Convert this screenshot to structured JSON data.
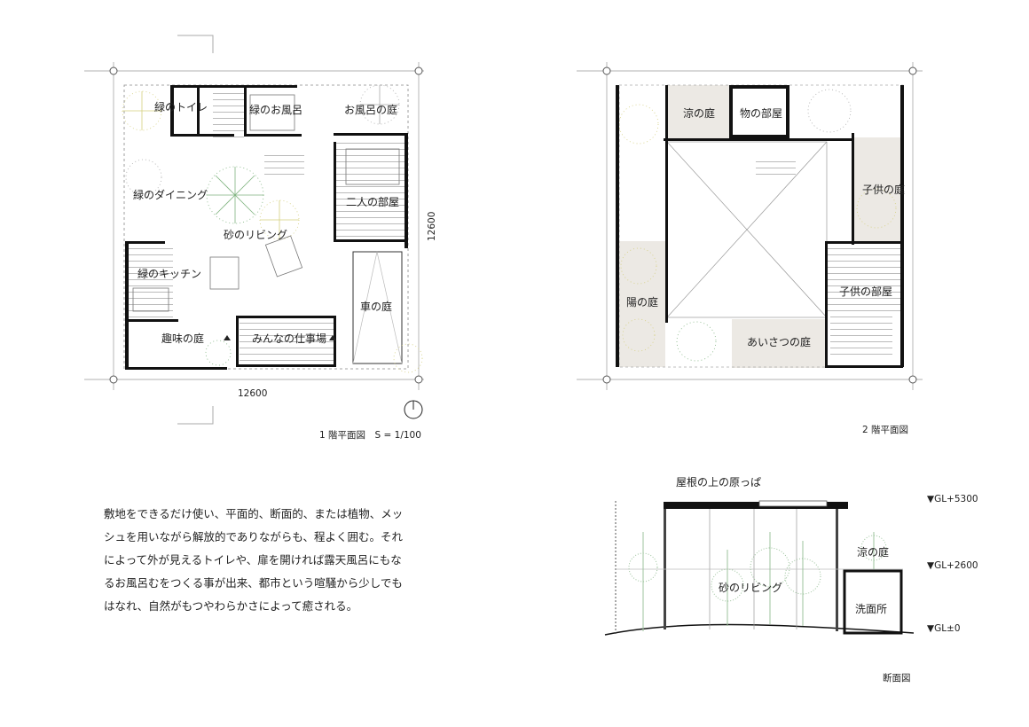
{
  "colors": {
    "wall": "#111111",
    "hatch": "#aaaaaa",
    "garden_fill": "#ece9e4",
    "tree_green": "#7fb37f",
    "tree_yellow": "#d4cf7e",
    "dashed": "#888888"
  },
  "plan1": {
    "caption": "1 階平面図　S = 1/100",
    "dim_x": "12600",
    "dim_y": "12600",
    "rooms": {
      "green_toilet": "緑のトイレ",
      "green_bath": "緑のお風呂",
      "bath_garden": "お風呂の庭",
      "green_dining": "緑のダイニング",
      "two_room": "二人の部屋",
      "sand_living": "砂のリビング",
      "green_kitchen": "緑のキッチン",
      "car_garden": "車の庭",
      "hobby_garden": "趣味の庭",
      "workplace": "みんなの仕事場"
    }
  },
  "plan2": {
    "caption": "2 階平面図",
    "rooms": {
      "cool_garden": "涼の庭",
      "storage": "物の部屋",
      "child_garden": "子供の庭",
      "sun_garden": "陽の庭",
      "child_room": "子供の部屋",
      "greeting_garden": "あいさつの庭"
    }
  },
  "section": {
    "caption": "断面図",
    "roof_label": "屋根の上の原っぱ",
    "cool_garden": "涼の庭",
    "sand_living": "砂のリビング",
    "wash_room": "洗面所",
    "levels": [
      "▼GL+5300",
      "▼GL+2600",
      "▼GL±0"
    ]
  },
  "description": [
    "敷地をできるだけ使い、平面的、断面的、または植物、メッ",
    "シュを用いながら解放的でありながらも、程よく囲む。それ",
    "によって外が見えるトイレや、扉を開ければ露天風呂にもな",
    "るお風呂むをつくる事が出来、都市という喧騒から少しでも",
    "はなれ、自然がもつやわらかさによって癒される。"
  ]
}
